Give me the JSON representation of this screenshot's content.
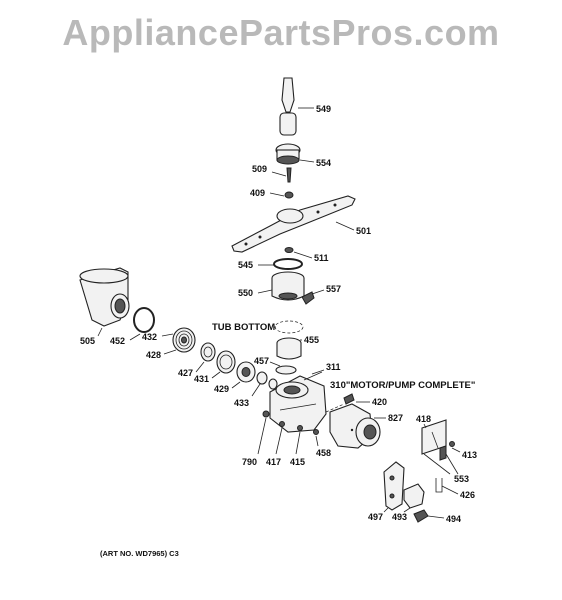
{
  "watermark": "AppliancePartsPros.com",
  "labels": {
    "p549": "549",
    "p554": "554",
    "p509": "509",
    "p409": "409",
    "p501": "501",
    "p511": "511",
    "p545": "545",
    "p550": "550",
    "p557": "557",
    "tub_bottom": "TUB BOTTOM",
    "p455": "455",
    "p505": "505",
    "p452": "452",
    "p432": "432",
    "p428": "428",
    "p427": "427",
    "p431": "431",
    "p429": "429",
    "p457": "457",
    "p433": "433",
    "p311": "311",
    "motor_pump": "310\"MOTOR/PUMP COMPLETE\"",
    "p420": "420",
    "p827": "827",
    "p418": "418",
    "p413": "413",
    "p553": "553",
    "p426": "426",
    "p790": "790",
    "p417": "417",
    "p415": "415",
    "p458": "458",
    "p497": "497",
    "p493": "493",
    "p494": "494"
  },
  "art_number": "(ART NO. WD7965) C3"
}
